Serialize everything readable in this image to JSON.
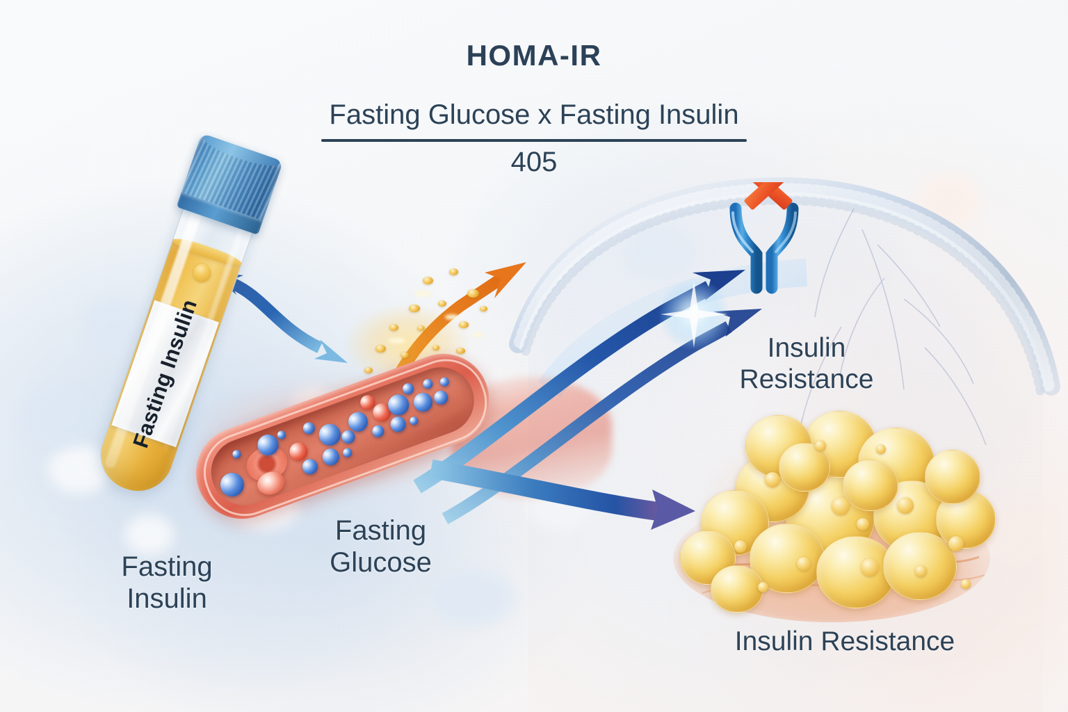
{
  "title": "HOMA-IR",
  "formula": {
    "numerator": "Fasting Glucose x Fasting Insulin",
    "denominator": "405"
  },
  "captions": {
    "fasting_insulin_line1": "Fasting",
    "fasting_insulin_line2": "Insulin",
    "fasting_glucose_line1": "Fasting",
    "fasting_glucose_line2": "Glucose",
    "insulin_resistance_line1": "Insulin",
    "insulin_resistance_line2": "Resistance",
    "insulin_resistance_full": "Insulin Resistance"
  },
  "tube": {
    "label_text": "Fasting Insulin",
    "cap_color": "#3d7ebb",
    "serum_color": "#e9b13a"
  },
  "icons": {
    "blocked_receptor": "red-x-icon",
    "receptor": "insulin-receptor-icon",
    "blood_vessel": "blood-vessel-icon",
    "fat_cells": "adipocyte-cluster-icon",
    "test_tube": "blood-test-tube-icon",
    "arrow_insulin_exchange": "double-headed-arrow-icon",
    "arrow_glucose_rise": "curved-up-arrow-icon",
    "arrow_to_receptor": "curved-right-arrow-icon",
    "arrow_to_fat": "curved-right-arrow-icon"
  },
  "colors": {
    "text": "#2c4257",
    "title": "#2b4158",
    "background": "#f7f8fa",
    "arrow_blue_dark": "#1f4f9c",
    "arrow_blue_light": "#74b7e0",
    "arrow_orange": "#e8761c",
    "x_mark_red": "#ef5a2a",
    "receptor_blue": "#2a7ec4",
    "glucose_gold": "#e3a52c",
    "vessel_red": "#dd5f4c"
  }
}
